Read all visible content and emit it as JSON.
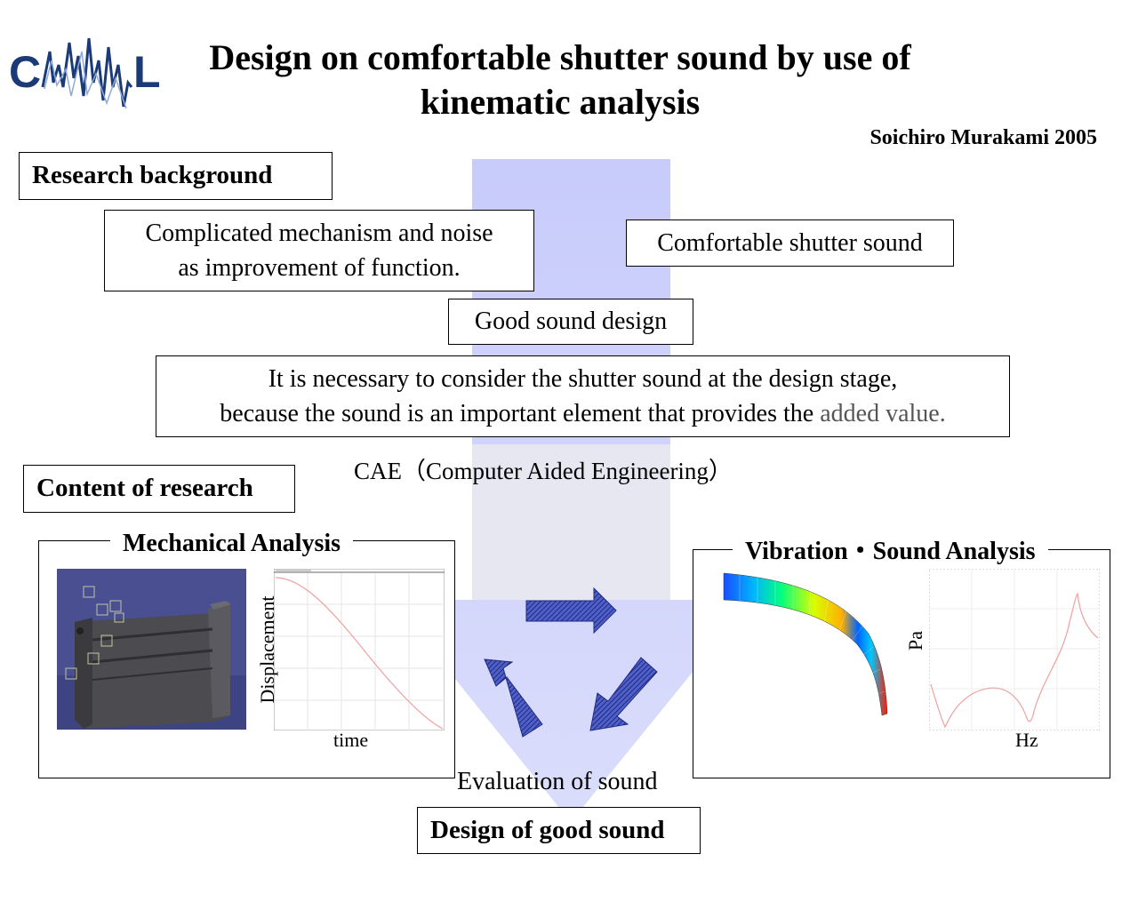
{
  "header": {
    "title_line1": "Design on comfortable shutter sound by use of",
    "title_line2": "kinematic analysis",
    "author": "Soichiro Murakami 2005",
    "logo_text": "CAML"
  },
  "background": {
    "heading": "Research background",
    "problem_line1": "Complicated mechanism and noise",
    "problem_line2": "as improvement of function.",
    "goal": "Comfortable shutter sound",
    "good_design": "Good sound design",
    "necessity_line1": "It is necessary to consider the shutter sound at the design stage,",
    "necessity_line2_a": "because the sound is an important element that provides the ",
    "necessity_line2_b": "added value."
  },
  "cae_label": "CAE（Computer Aided Engineering）",
  "content": {
    "heading": "Content of research",
    "mechanical": {
      "title": "Mechanical Analysis",
      "ylabel": "Displacement",
      "xlabel": "time"
    },
    "vibration": {
      "title": "Vibration・Sound Analysis",
      "ylabel": "Pa",
      "xlabel": "Hz"
    },
    "evaluation": "Evaluation of sound",
    "result": "Design of good sound"
  },
  "colors": {
    "big_arrow": "#c8ccfa",
    "cycle_arrow": "#3a48a8",
    "plot_line": "#f0a0a0",
    "logo_blue": "#1a3a78"
  },
  "icons": [
    "caml-logo-icon",
    "cycle-arrow-right-icon",
    "cycle-arrow-down-left-icon",
    "cycle-arrow-up-left-icon"
  ]
}
